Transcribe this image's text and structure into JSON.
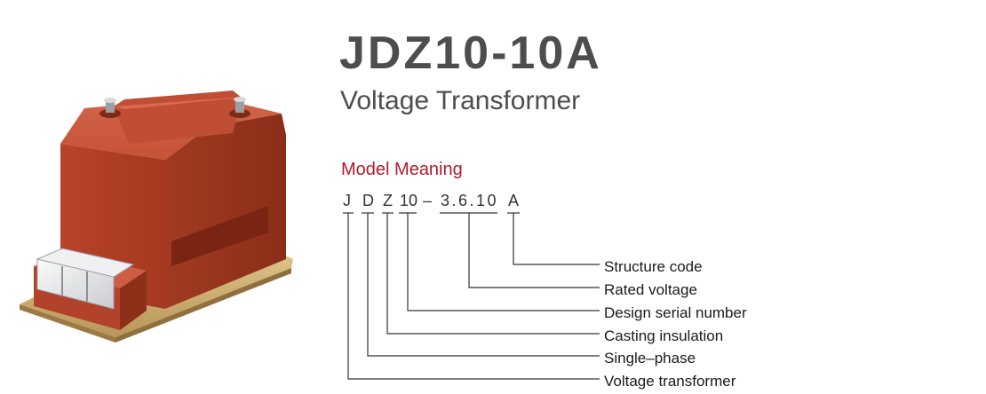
{
  "header": {
    "title": "JDZ10-10A",
    "subtitle": "Voltage Transformer"
  },
  "model_meaning": {
    "heading": "Model Meaning",
    "code": {
      "j": "J",
      "d": "D",
      "z": "Z",
      "serial": "10",
      "dash": "–",
      "voltages": "3.6.10",
      "structure": "A"
    },
    "legend": {
      "structure": "Structure code",
      "rated_voltage": "Rated voltage",
      "serial": "Design serial number",
      "casting": "Casting insulation",
      "phase": "Single–phase",
      "transformer": "Voltage transformer"
    }
  },
  "colors": {
    "title": "#4d4d4d",
    "heading_accent": "#b01b2e",
    "transformer_body": "#b5422a",
    "base_plate": "#c8aa70"
  }
}
